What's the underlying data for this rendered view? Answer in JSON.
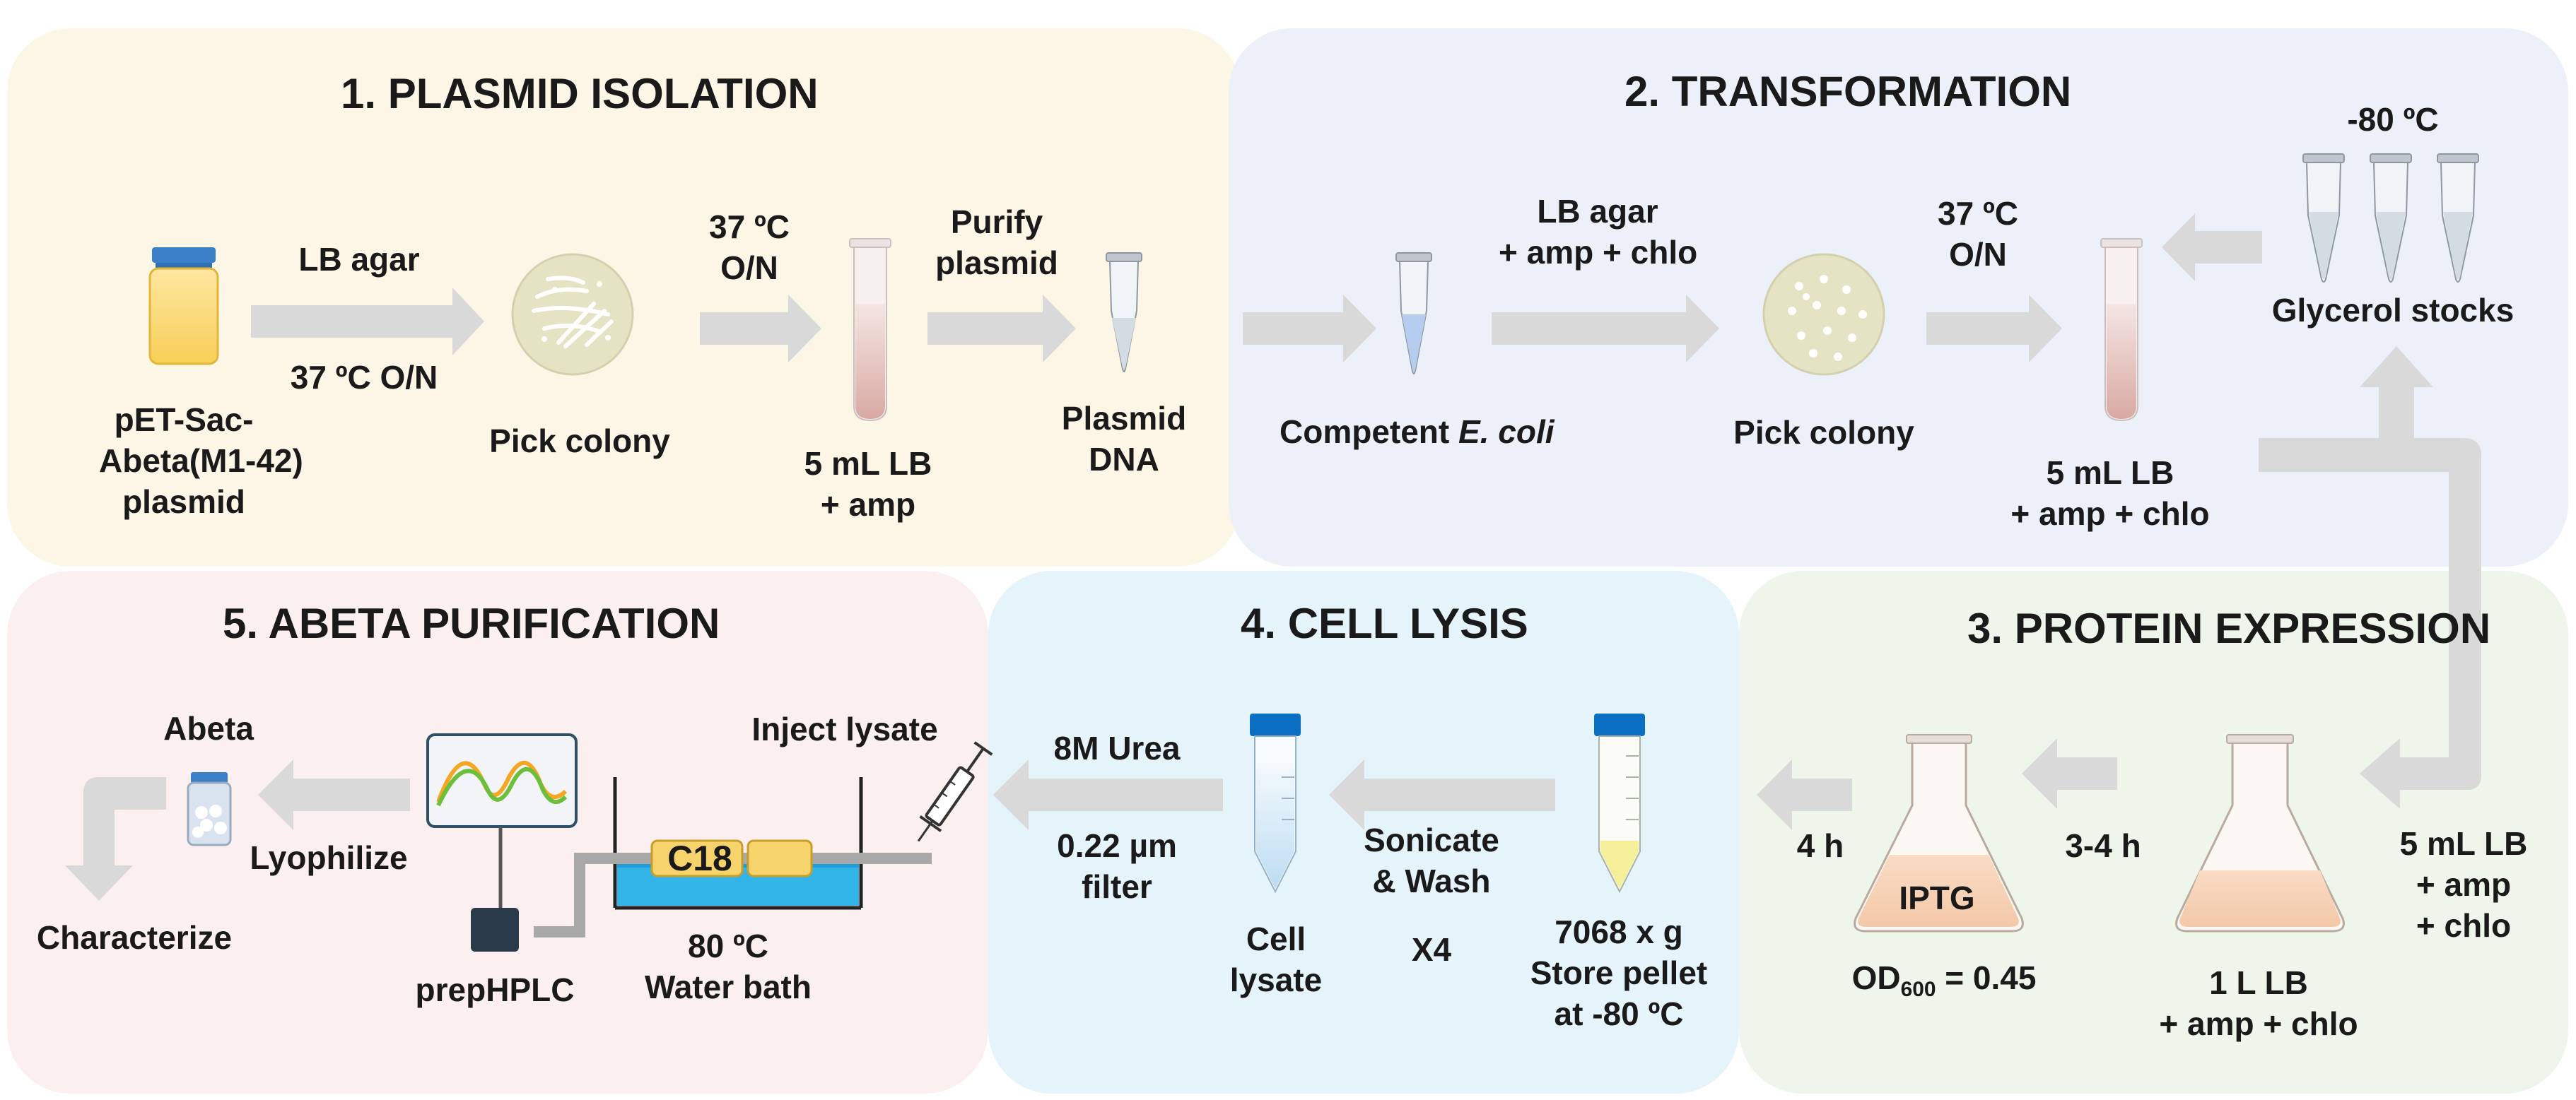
{
  "colors": {
    "panel1": "#fcf6e6",
    "panel2": "#ecf1f9",
    "panel3": "#eef5ea",
    "panel4": "#e5f3fa",
    "panel5": "#fcefef",
    "arrow": "#d9d9d9",
    "tube_red": "#e8c0bc",
    "tube_blue": "#cfdff3",
    "cap_blue": "#0a6fc2",
    "plate": "#e4e3c4"
  },
  "sections": {
    "s1": "1. PLASMID ISOLATION",
    "s2": "2. TRANSFORMATION",
    "s3": "3. PROTEIN EXPRESSION",
    "s4": "4. CELL LYSIS",
    "s5": "5. ABETA PURIFICATION"
  },
  "p1": {
    "vial": [
      "pET-Sac-",
      "Abeta(M1-42)",
      "plasmid"
    ],
    "arrow_top": "LB agar",
    "arrow_bottom": "37 ºC O/N",
    "plate": "Pick colony",
    "temp": [
      "37 ºC",
      "O/N"
    ],
    "tube": [
      "5 mL LB",
      "+ amp"
    ],
    "purify": [
      "Purify",
      "plasmid"
    ],
    "eppendorf": [
      "Plasmid",
      "DNA"
    ]
  },
  "p2": {
    "competent": "Competent",
    "ecoli": "E. coli",
    "agar": [
      "LB agar",
      "+ amp + chlo"
    ],
    "plate": "Pick colony",
    "temp": [
      "37 ºC",
      "O/N"
    ],
    "tube": [
      "5 mL LB",
      "+ amp + chlo"
    ],
    "freezer": "-80 ºC",
    "glycerol": "Glycerol stocks"
  },
  "p3": {
    "side": [
      "5 mL LB",
      "+ amp",
      "+ chlo"
    ],
    "flask2": [
      "1 L LB",
      "+ amp + chlo"
    ],
    "time1": "3-4 h",
    "iptg": "IPTG",
    "od_prefix": "OD",
    "od_sub": "600",
    "od_value": " = 0.45",
    "time2": "4 h"
  },
  "p4": {
    "pellet": [
      "7068 x g",
      "Store pellet",
      "at -80 ºC"
    ],
    "sonicate": [
      "Sonicate",
      "& Wash"
    ],
    "times": "X4",
    "lysate": [
      "Cell",
      "lysate"
    ],
    "urea": "8M Urea",
    "filter": [
      "0.22 µm",
      "filter"
    ]
  },
  "p5": {
    "inject": "Inject lysate",
    "column": "C18",
    "bath": [
      "80 ºC",
      "Water bath"
    ],
    "hplc": "prepHPLC",
    "lyophilize": "Lyophilize",
    "product": "Abeta",
    "characterize": "Characterize"
  }
}
